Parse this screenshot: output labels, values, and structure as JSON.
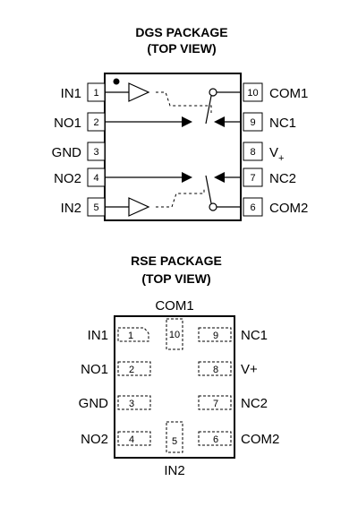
{
  "dgs": {
    "title_line1": "DGS PACKAGE",
    "title_line2": "(TOP VIEW)",
    "left_pins": [
      {
        "num": "1",
        "name": "IN1"
      },
      {
        "num": "2",
        "name": "NO1"
      },
      {
        "num": "3",
        "name": "GND"
      },
      {
        "num": "4",
        "name": "NO2"
      },
      {
        "num": "5",
        "name": "IN2"
      }
    ],
    "right_pins": [
      {
        "num": "10",
        "name": "COM1"
      },
      {
        "num": "9",
        "name": "NC1"
      },
      {
        "num": "8",
        "name": "V",
        "sub": "+"
      },
      {
        "num": "7",
        "name": "NC2"
      },
      {
        "num": "6",
        "name": "COM2"
      }
    ]
  },
  "rse": {
    "title_line1": "RSE PACKAGE",
    "title_line2": "(TOP VIEW)",
    "top_label": "COM1",
    "bottom_label": "IN2",
    "top_pin": "10",
    "bottom_pin": "5",
    "left_pins": [
      {
        "num": "1",
        "name": "IN1"
      },
      {
        "num": "2",
        "name": "NO1"
      },
      {
        "num": "3",
        "name": "GND"
      },
      {
        "num": "4",
        "name": "NO2"
      }
    ],
    "right_pins": [
      {
        "num": "9",
        "name": "NC1"
      },
      {
        "num": "8",
        "name": "V+"
      },
      {
        "num": "7",
        "name": "NC2"
      },
      {
        "num": "6",
        "name": "COM2"
      }
    ]
  }
}
